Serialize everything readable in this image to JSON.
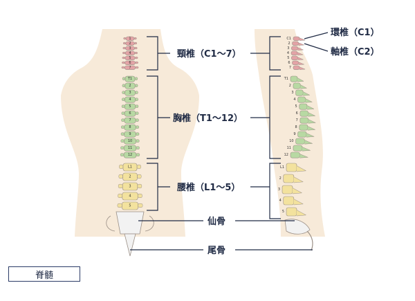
{
  "labels": {
    "cervical": "頸椎（C1〜7）",
    "thoracic": "胸椎（T1〜12）",
    "lumbar": "腰椎（L1〜5）",
    "sacrum": "仙骨",
    "coccyx": "尾骨",
    "atlas": "環椎（C1）",
    "axis": "軸椎（C2）"
  },
  "tag": "脊髄",
  "front_numbers": {
    "cervical": [
      "1",
      "2",
      "3",
      "4",
      "5",
      "6",
      "7"
    ],
    "thoracic": [
      "T1",
      "2",
      "3",
      "4",
      "5",
      "6",
      "7",
      "8",
      "9",
      "10",
      "11",
      "12"
    ],
    "lumbar": [
      "L1",
      "2",
      "3",
      "4",
      "5"
    ]
  },
  "side_numbers": {
    "cervical": [
      "C1",
      "2",
      "3",
      "4",
      "5",
      "6",
      "7"
    ],
    "thoracic": [
      "T1",
      "2",
      "3",
      "4",
      "5",
      "6",
      "7",
      "8",
      "9",
      "10",
      "11",
      "12"
    ],
    "lumbar": [
      "L1",
      "2",
      "3",
      "4",
      "5"
    ]
  },
  "colors": {
    "cervical": "#e3a3a6",
    "thoracic": "#b8d9a3",
    "lumbar": "#f3e29e",
    "bone": "#f2f2f2",
    "body": "#f7ead9",
    "line": "#1f2a44"
  }
}
